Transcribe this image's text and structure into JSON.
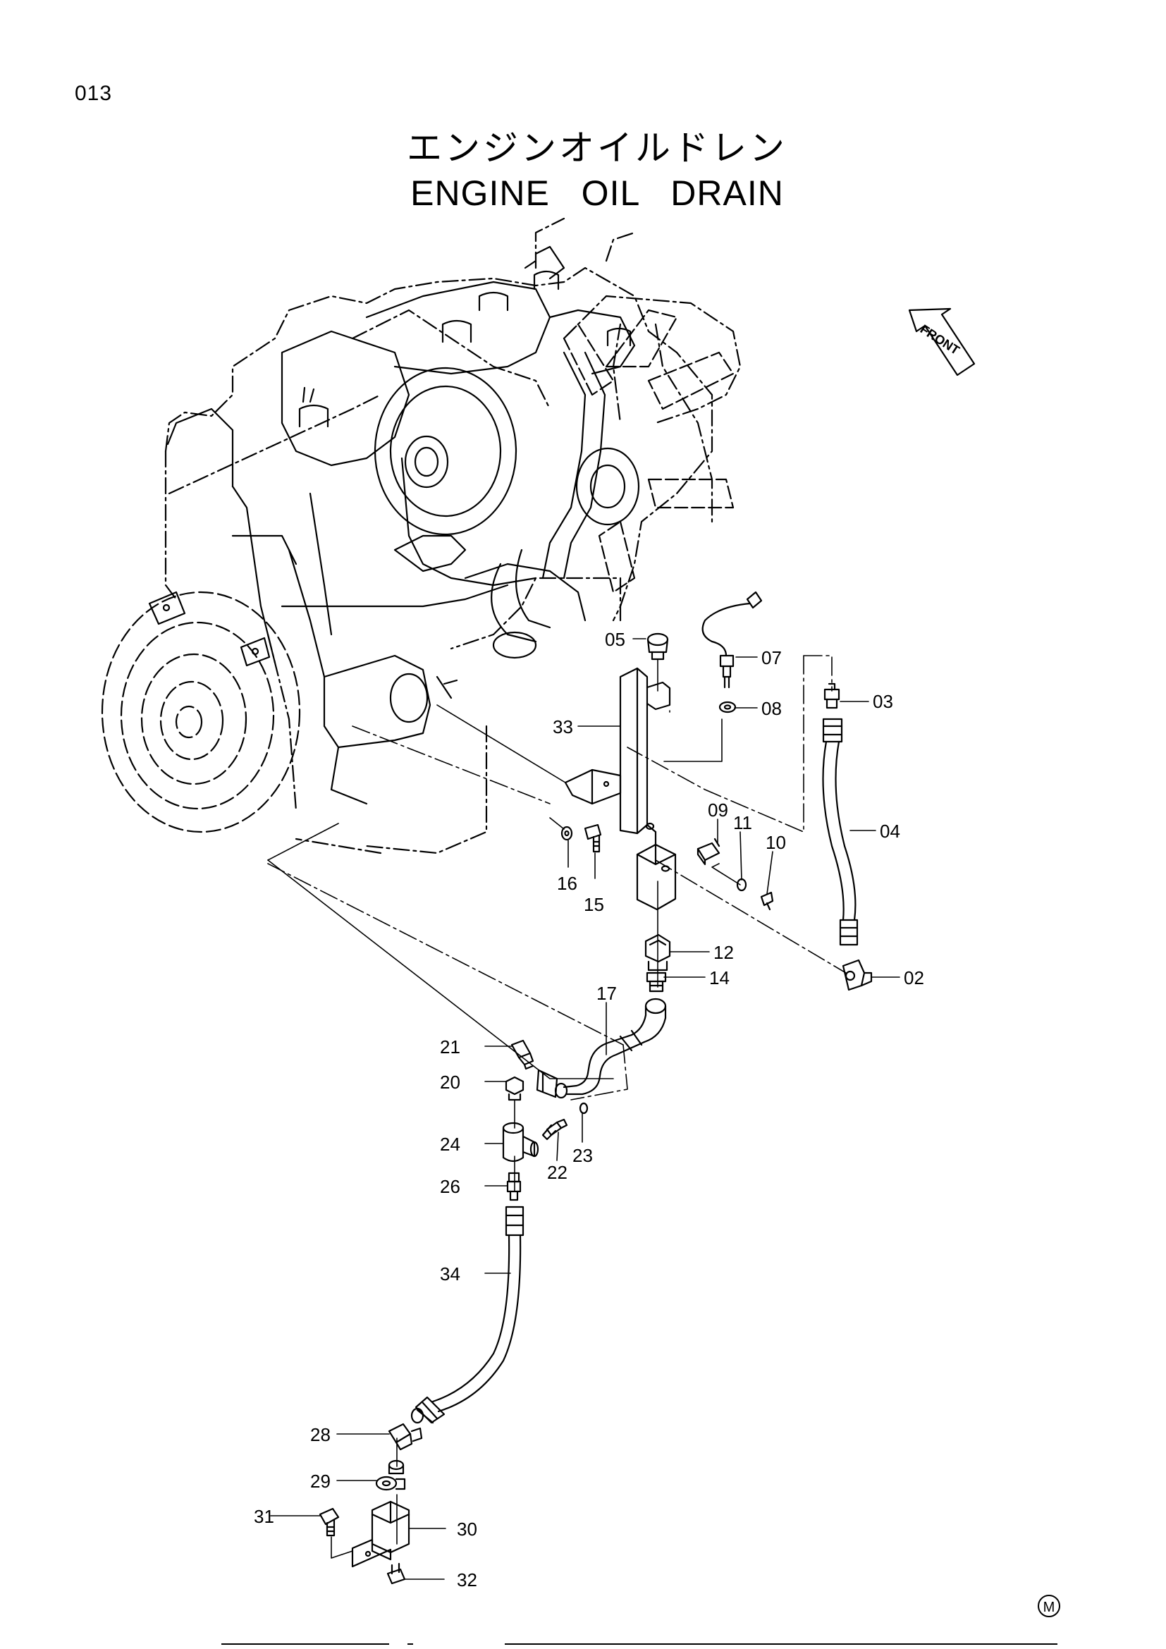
{
  "page": {
    "number": "013",
    "title_jp": "エンジンオイルドレン",
    "title_en": "ENGINE   OIL   DRAIN",
    "front_label": "FRONT",
    "maker_mark": "M"
  },
  "part_callouts": [
    "05",
    "07",
    "03",
    "08",
    "33",
    "04",
    "09",
    "11",
    "10",
    "16",
    "15",
    "12",
    "14",
    "02",
    "17",
    "21",
    "20",
    "23",
    "24",
    "22",
    "26",
    "34",
    "28",
    "29",
    "31",
    "30",
    "32"
  ]
}
